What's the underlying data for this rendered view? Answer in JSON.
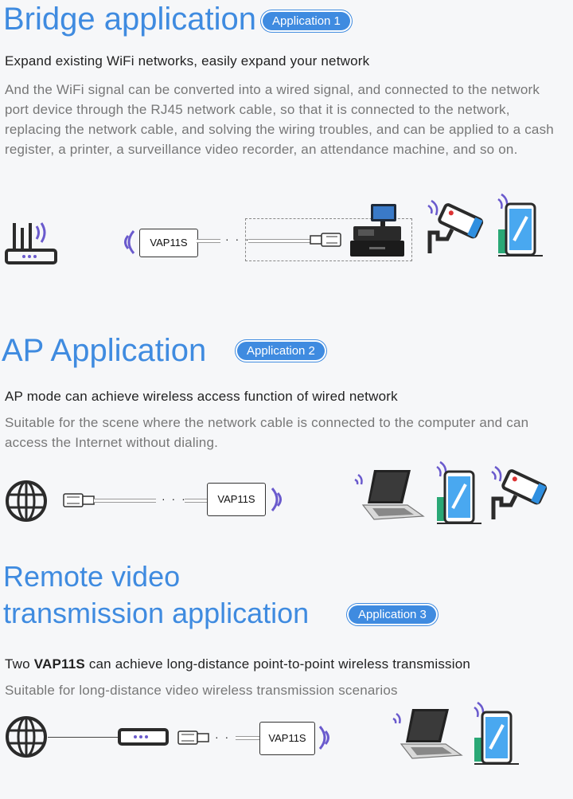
{
  "section1": {
    "title": "Bridge application",
    "badge": "Application 1",
    "subtitle": "Expand existing WiFi networks,  easily expand your network",
    "body": "And the WiFi signal can be converted into a wired signal, and connected to the network port device through the RJ45 network cable, so that it is connected to the network, replacing the network cable, and solving the wiring troubles, and can be applied to a cash register, a printer, a surveillance video recorder, an attendance machine, and so on.",
    "device_label": "VAP11S",
    "dots": "· · ·"
  },
  "section2": {
    "title": "AP Application",
    "badge": "Application 2",
    "subtitle": "AP mode can achieve wireless access function of wired network",
    "body": "Suitable for the scene where the network cable is connected to the computer and can access the Internet without dialing.",
    "device_label": "VAP11S",
    "dots": "· · ·"
  },
  "section3": {
    "title_line1": "Remote video",
    "title_line2": "transmission application",
    "badge": "Application 3",
    "subtitle_prefix": "Two ",
    "subtitle_bold": "VAP11S",
    "subtitle_suffix": " can achieve long-distance point-to-point wireless transmission",
    "body": "Suitable for long-distance video wireless transmission scenarios",
    "device_label": "VAP11S",
    "dots": "· · ·"
  },
  "colors": {
    "accent": "#3f8be0",
    "wifi": "#6a5acd",
    "icon_dark": "#2b2b2b",
    "phone": "#2f8fe0",
    "phone_green": "#2aa876"
  }
}
